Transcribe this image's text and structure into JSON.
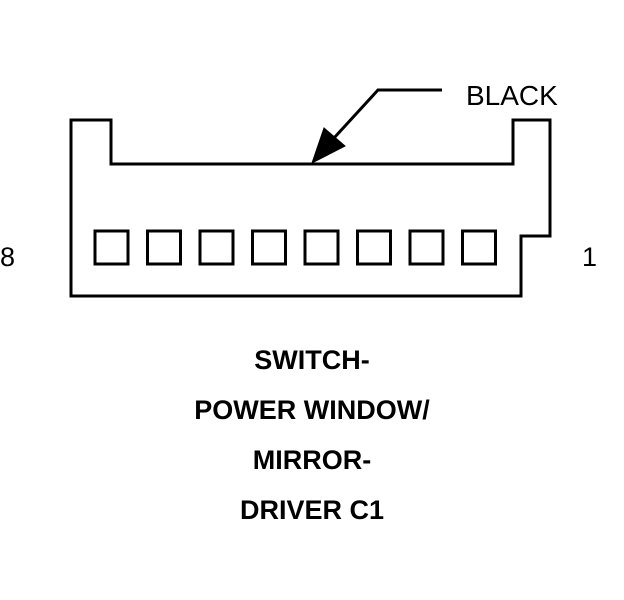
{
  "connector": {
    "wire_color": "BLACK",
    "pin_first_label": "8",
    "pin_last_label": "1",
    "cavity_count": 8,
    "title_lines": [
      "SWITCH-",
      "POWER WINDOW/",
      "MIRROR-",
      "DRIVER C1"
    ]
  },
  "colors": {
    "line": "#000000",
    "background": "#ffffff"
  }
}
